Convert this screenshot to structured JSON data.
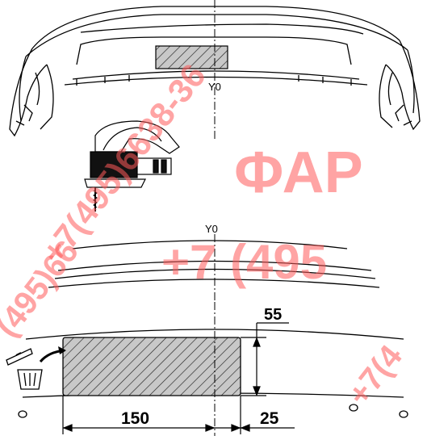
{
  "labels": {
    "axis_top": "Y0",
    "axis_mid": "Y0",
    "dim_height": "55",
    "dim_width": "150",
    "dim_offset": "25"
  },
  "watermarks": {
    "brand": "ФАР",
    "phone_large": "+7 (495",
    "phone_diag": "+7(495)6638-36",
    "phone_diag_left": "(495)66",
    "phone_diag_right": "+7(4"
  },
  "icons": {
    "tool": "jigsaw-icon",
    "bin": "trash-bin-icon",
    "arrow": "discard-arrow-icon"
  },
  "colors": {
    "watermark": "#ff5a5a",
    "hatch_fill": "#c8c8c8",
    "line": "#000000"
  }
}
